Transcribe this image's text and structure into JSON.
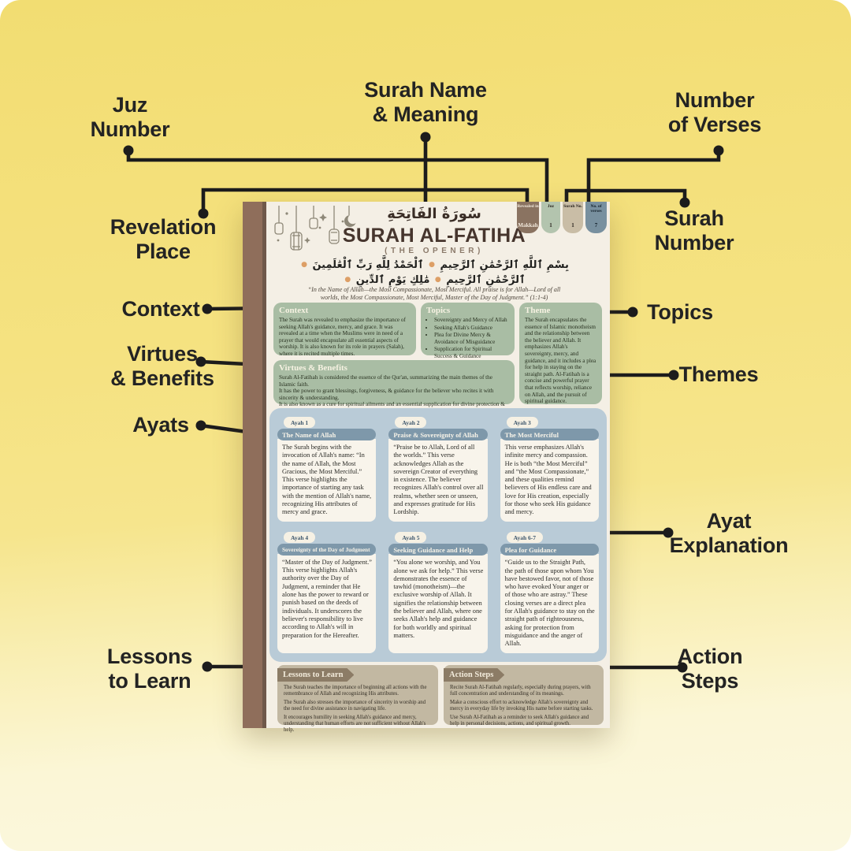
{
  "colors": {
    "background_yellow": "#f5e27c",
    "page": "#f4efe5",
    "spine_brown": "#8f6e5b",
    "sage_green": "#a9bda4",
    "blue_gray": "#7e98aa",
    "light_blue": "#b9cbd7",
    "badge_brown": "#8a7361",
    "badge_sage": "#b3c4ae",
    "badge_tan": "#c9bda6",
    "badge_blue": "#78909f",
    "footer_tan": "#c2b8a2",
    "banner_brown": "#8c7c66",
    "connector_black": "#1c1c1c",
    "verse_dot_orange": "#dd9f66"
  },
  "labels": {
    "juz_number": [
      "Juz",
      "Number"
    ],
    "surah_name": [
      "Surah Name",
      "& Meaning"
    ],
    "number_of_verses": [
      "Number",
      "of Verses"
    ],
    "revelation_place": [
      "Revelation",
      "Place"
    ],
    "surah_number": [
      "Surah",
      "Number"
    ],
    "context": "Context",
    "virtues": [
      "Virtues",
      "& Benefits"
    ],
    "ayats": "Ayats",
    "topics": "Topics",
    "themes": "Themes",
    "ayat_explanation": [
      "Ayat",
      "Explanation"
    ],
    "lessons": [
      "Lessons",
      "to Learn"
    ],
    "action_steps": [
      "Action",
      "Steps"
    ]
  },
  "document": {
    "header": {
      "arabic_title": "سُورَةُ الفَاتِحَةِ",
      "title": "SURAH AL-FATIHA",
      "subtitle": "(THE OPENER)",
      "verse_segments": [
        "بِسْمِ ٱللَّهِ ٱلرَّحْمَٰنِ ٱلرَّحِيمِ",
        "ٱلْحَمْدُ لِلَّهِ رَبِّ ٱلْعَٰلَمِينَ",
        "ٱلرَّحْمَٰنِ ٱلرَّحِيمِ",
        "مَٰلِكِ يَوْمِ ٱلدِّينِ"
      ],
      "translation": "“In the Name of Allah—the Most Compassionate, Most Merciful. All praise is for Allah—Lord of all worlds, the Most Compassionate, Most Merciful, Master of the Day of Judgment.” (1:1-4)"
    },
    "badges": [
      {
        "label": "Revealed in",
        "value": "Makkah"
      },
      {
        "label": "Juz",
        "value": "1"
      },
      {
        "label": "Surah No.",
        "value": "1"
      },
      {
        "label": "No. of verses",
        "value": "7"
      }
    ],
    "info_boxes": {
      "context": {
        "title": "Context",
        "body": "The Surah was revealed to emphasize the importance of seeking Allah's guidance, mercy, and grace. It was revealed at a time when the Muslims were in need of a prayer that would encapsulate all essential aspects of worship. It is also known for its role in prayers (Salah), where it is recited multiple times."
      },
      "topics": {
        "title": "Topics",
        "items": [
          "Sovereignty and Mercy of Allah",
          "Seeking Allah's Guidance",
          "Plea for Divine Mercy & Avoidance of Misguidance",
          "Supplication for Spiritual Success & Guidance"
        ]
      },
      "theme": {
        "title": "Theme",
        "body": "The Surah encapsulates the essence of Islamic monotheism and the relationship between the believer and Allah. It emphasizes Allah's sovereignty, mercy, and guidance, and it includes a plea for help in staying on the straight path. Al-Fatihah is a concise and powerful prayer that reflects worship, reliance on Allah, and the pursuit of spiritual guidance."
      },
      "virtues": {
        "title": "Virtues & Benefits",
        "lines": [
          "Surah Al-Fatihah is considered the essence of the Qur'an, summarizing the main themes of the Islamic faith.",
          "It has the power to grant blessings, forgiveness, & guidance for the believer who recites it with sincerity & understanding.",
          "It is also known as a cure for spiritual ailments and an essential supplication for divine protection & mercy."
        ]
      }
    },
    "ayahs": [
      {
        "tag": "Ayah 1",
        "title": "The Name of Allah",
        "body": "The Surah begins with the invocation of Allah's name: “In the name of Allah, the Most Gracious, the Most Merciful.” This verse highlights the importance of starting any task with the mention of Allah's name, recognizing His attributes of mercy and grace."
      },
      {
        "tag": "Ayah 2",
        "title": "Praise & Sovereignty of Allah",
        "body": "“Praise be to Allah, Lord of all the worlds.” This verse acknowledges Allah as the sovereign Creator of everything in existence. The believer recognizes Allah's control over all realms, whether seen or unseen, and expresses gratitude for His Lordship."
      },
      {
        "tag": "Ayah 3",
        "title": "The Most Merciful",
        "body": "This verse emphasizes Allah's infinite mercy and compassion. He is both “the Most Merciful” and “the Most Compassionate,” and these qualities remind believers of His endless care and love for His creation, especially for those who seek His guidance and mercy."
      },
      {
        "tag": "Ayah 4",
        "title": "Sovereignty of the Day of Judgment",
        "body": "“Master of the Day of Judgment.” This verse highlights Allah's authority over the Day of Judgment, a reminder that He alone has the power to reward or punish based on the deeds of individuals. It underscores the believer's responsibility to live according to Allah's will in preparation for the Hereafter."
      },
      {
        "tag": "Ayah 5",
        "title": "Seeking Guidance and Help",
        "body": "“You alone we worship, and You alone we ask for help.” This verse demonstrates the essence of tawhid (monotheism)—the exclusive worship of Allah. It signifies the relationship between the believer and Allah, where one seeks Allah's help and guidance for both worldly and spiritual matters."
      },
      {
        "tag": "Ayah 6-7",
        "title": "Plea for Guidance",
        "body": "“Guide us to the Straight Path, the path of those upon whom You have bestowed favor, not of those who have evoked Your anger or of those who are astray.” These closing verses are a direct plea for Allah's guidance to stay on the straight path of righteousness, asking for protection from misguidance and the anger of Allah."
      }
    ],
    "footer": {
      "lessons": {
        "title": "Lessons to Learn",
        "points": [
          "The Surah teaches the importance of beginning all actions with the remembrance of Allah and recognizing His attributes.",
          "The Surah also stresses the importance of sincerity in worship and the need for divine assistance in navigating life.",
          "It encourages humility in seeking Allah's guidance and mercy, understanding that human efforts are not sufficient without Allah's help."
        ]
      },
      "actions": {
        "title": "Action Steps",
        "points": [
          "Recite Surah Al-Fatihah regularly, especially during prayers, with full concentration and understanding of its meanings.",
          "Make a conscious effort to acknowledge Allah's sovereignty and mercy in everyday life by invoking His name before starting tasks.",
          "Use Surah Al-Fatihah as a reminder to seek Allah's guidance and help in personal decisions, actions, and spiritual growth."
        ]
      }
    }
  }
}
